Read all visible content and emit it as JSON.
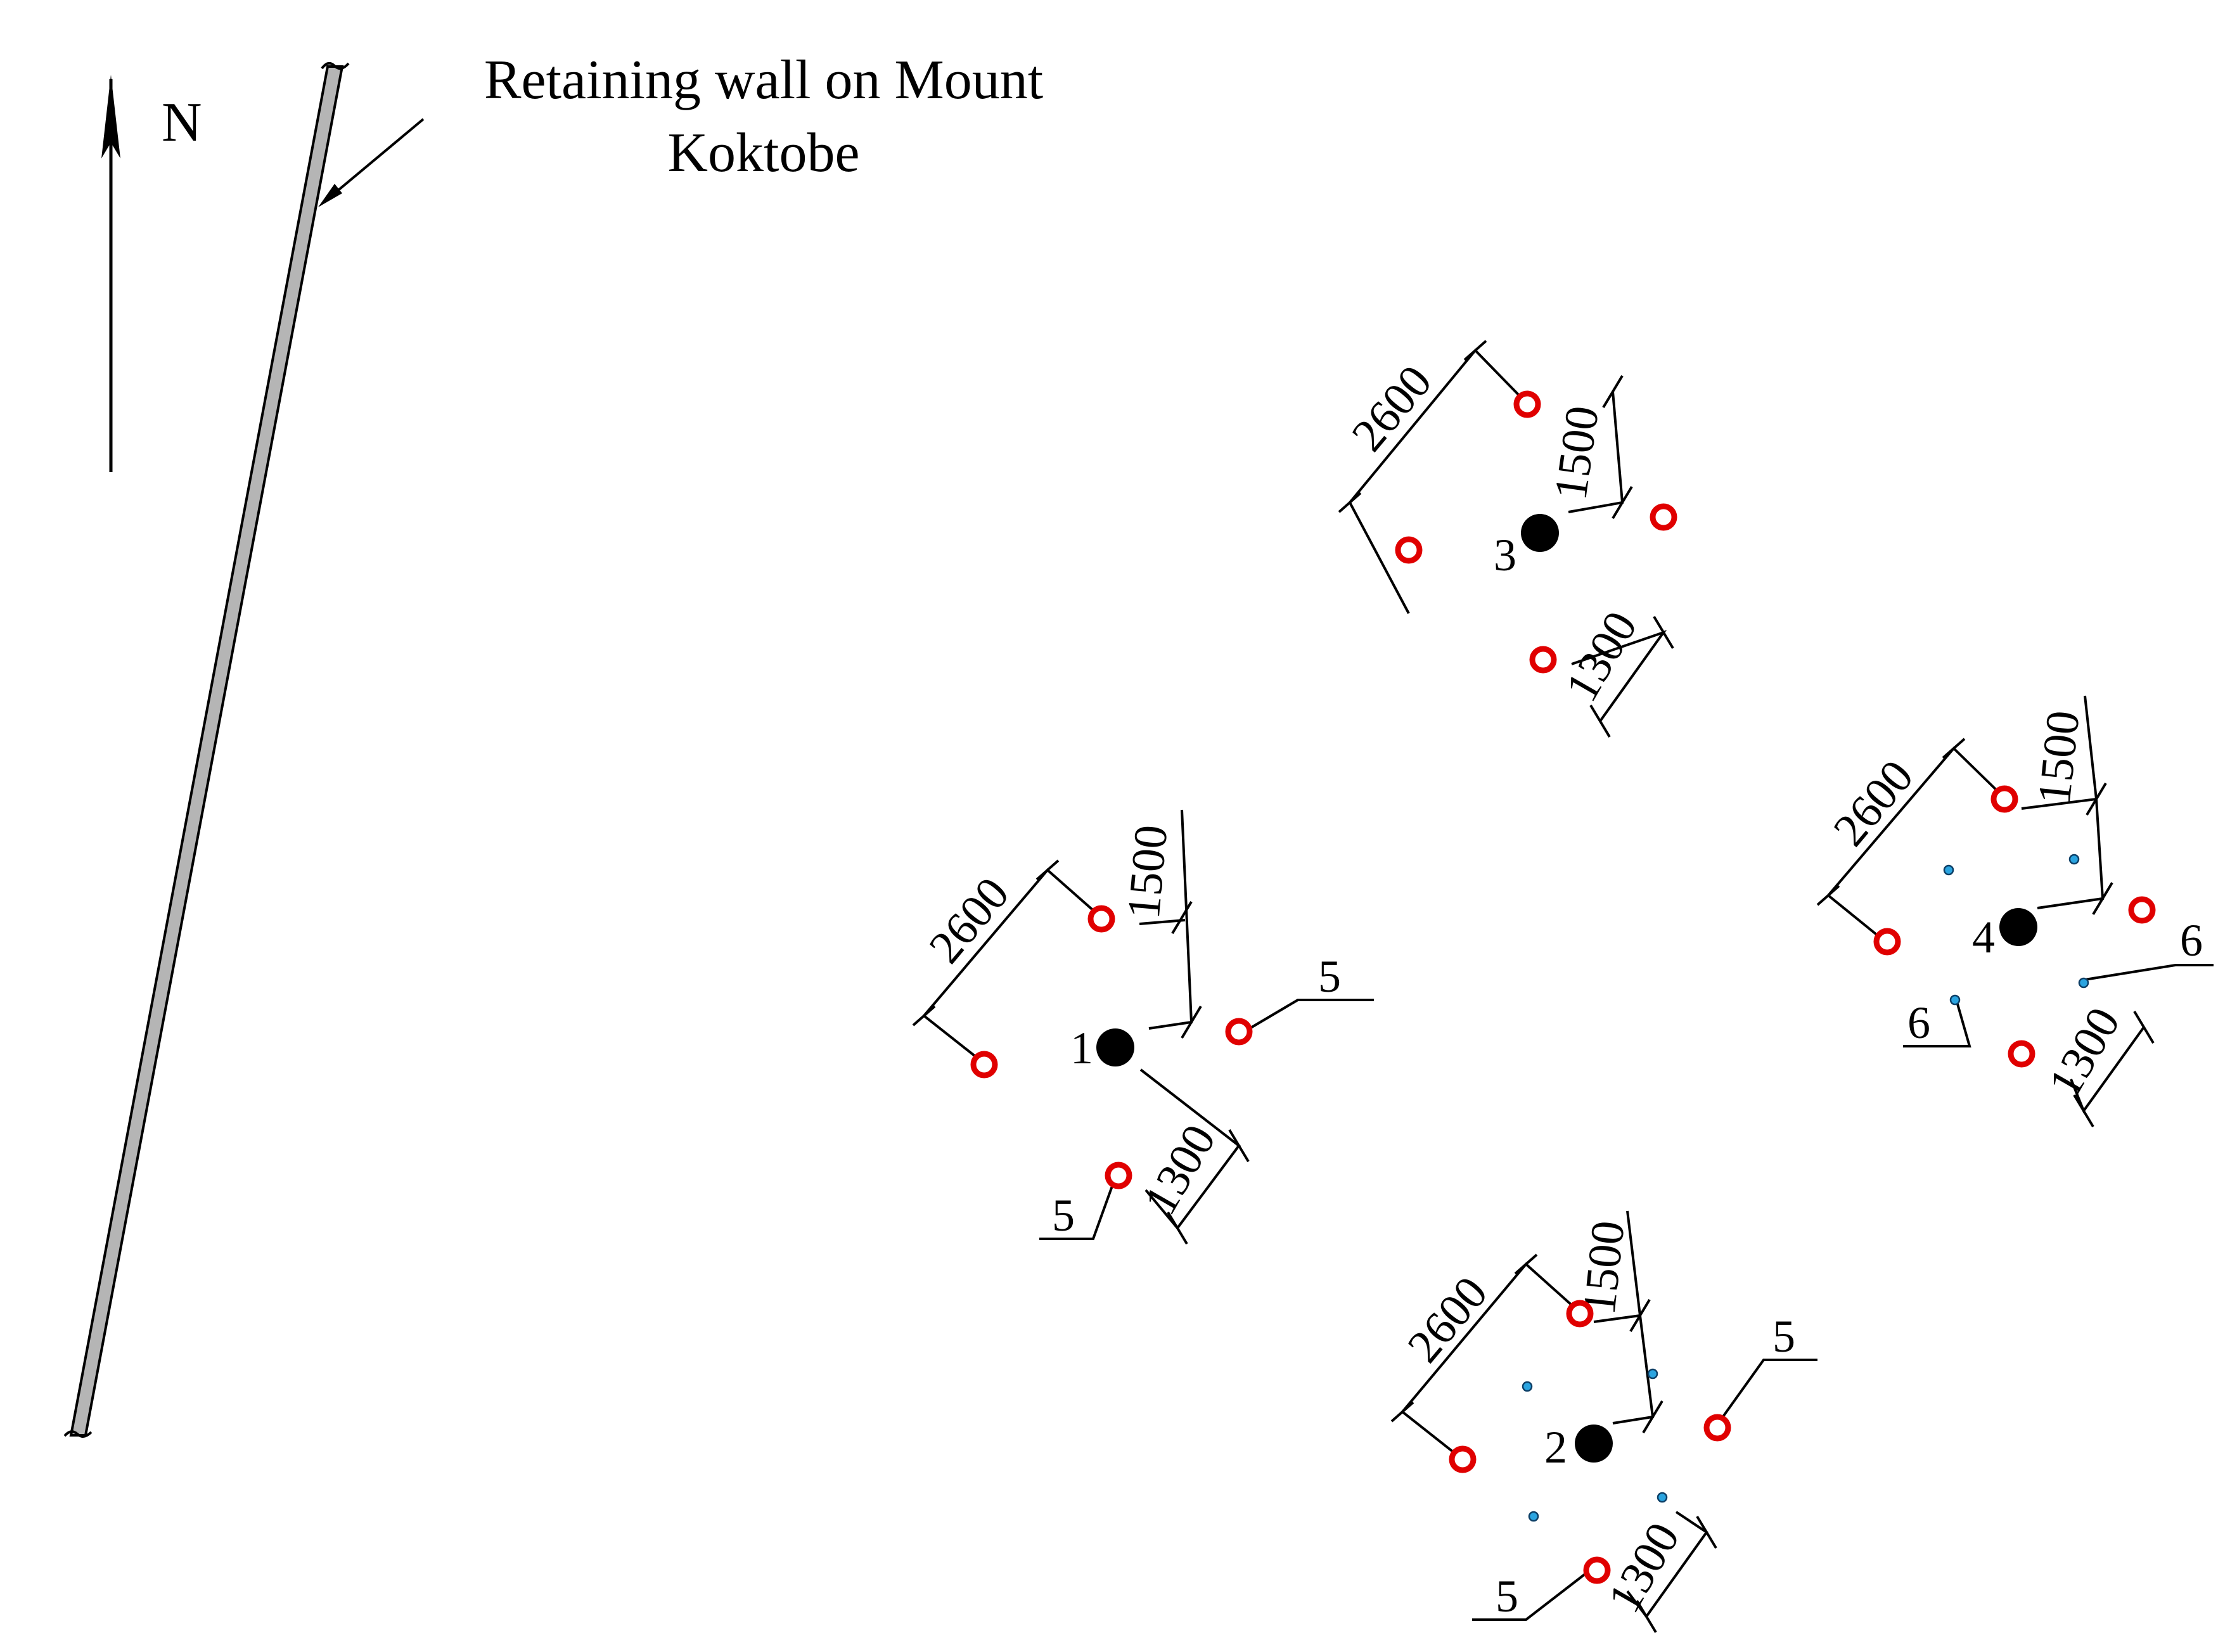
{
  "north": {
    "label": "N"
  },
  "wall": {
    "label_line1": "Retaining wall on Mount",
    "label_line2": "Koktobe"
  },
  "groups": [
    {
      "pile_label": "1",
      "dim_a": "2600",
      "dim_b": "1500",
      "dim_c": "1300",
      "callouts": [
        "5",
        "5"
      ]
    },
    {
      "pile_label": "2",
      "dim_a": "2600",
      "dim_b": "1500",
      "dim_c": "1300",
      "callouts": [
        "5",
        "5"
      ]
    },
    {
      "pile_label": "3",
      "dim_a": "2600",
      "dim_b": "1500",
      "dim_c": "1300",
      "callouts": []
    },
    {
      "pile_label": "4",
      "dim_a": "2600",
      "dim_b": "1500",
      "dim_c": "1300",
      "callouts": [
        "6",
        "6"
      ]
    }
  ],
  "colors": {
    "ring": "#e00000",
    "pile": "#000000",
    "small_dot": "#2aa4e0"
  }
}
